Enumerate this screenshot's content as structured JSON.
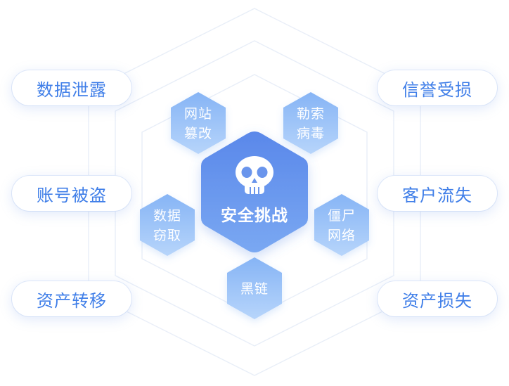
{
  "center": {
    "title": "安全挑战",
    "icon": "skull-icon"
  },
  "threats": [
    {
      "id": "website-tamper",
      "label": "网站\n篡改"
    },
    {
      "id": "ransomware",
      "label": "勒索\n病毒"
    },
    {
      "id": "data-theft",
      "label": "数据\n窃取"
    },
    {
      "id": "zombie-network",
      "label": "僵尸\n网络"
    },
    {
      "id": "black-chain",
      "label": "黑链"
    }
  ],
  "left_impacts": [
    "数据泄露",
    "账号被盗",
    "资产转移"
  ],
  "right_impacts": [
    "信誉受损",
    "客户流失",
    "资产损失"
  ],
  "colors": {
    "pill_text": "#3f7ee8",
    "center_top": "#5b8bea",
    "center_bottom": "#7aa6f1",
    "small_top": "#8ab8f6",
    "small_bottom": "#b5d4fb",
    "outline": "#e7edf7"
  }
}
